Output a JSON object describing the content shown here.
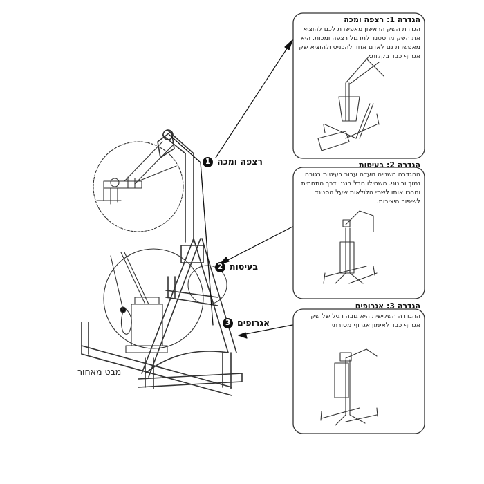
{
  "panels": [
    {
      "title": "הגדרה 1: רצפה ומכה",
      "text": "הגדרת השק הראשון מאפשרת לכם להוציא את השק מהסטנד לתרגול רצפה ומכות. היא מאפשרת גם לאדם אחד להכניס ולהוציא שק אגרוף כבד בקלות."
    },
    {
      "title": "הגדרה 2: בעיטות",
      "text": "ההגדרה השנייה נועדה עבור בעיטות בגובה נמוך ובינוני. השחילו חבל בנג׳י דרך התחתית וחברו אותו לשתי הלולאות שעל הסטנד לשיפור היציבות."
    },
    {
      "title": "הגדרה 3: אגרופים",
      "text": "ההגדרה השלישית היא גובה רגיל של שק אגרוף כבד לאימון אגרוף מסורתי."
    }
  ],
  "callouts": [
    {
      "number": "1",
      "label": "רצפה ומכה"
    },
    {
      "number": "2",
      "label": "בעיטות"
    },
    {
      "number": "3",
      "label": "אגרופים"
    }
  ],
  "view_label": "מבט מאחור",
  "colors": {
    "line": "#1a1a1a",
    "badge": "#111111",
    "frame": "#333333"
  }
}
